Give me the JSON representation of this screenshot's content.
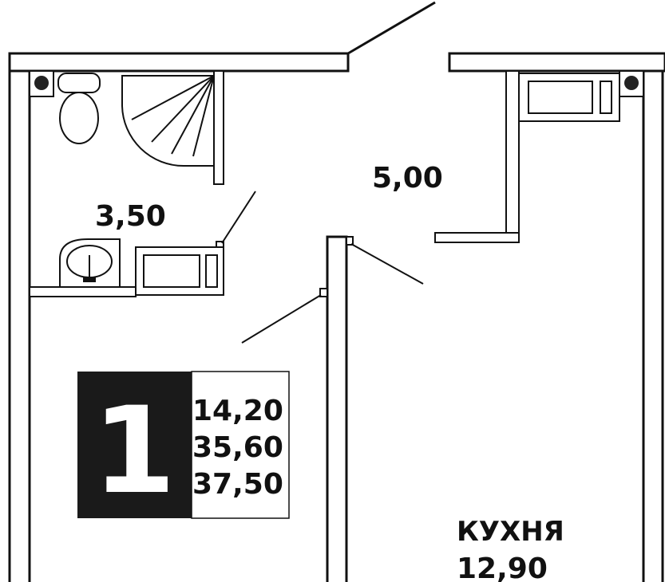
{
  "rooms": {
    "bathroom_area": "3,50",
    "hall_area": "5,00",
    "kitchen_name": "КУХНЯ",
    "kitchen_area": "12,90"
  },
  "apartment": {
    "rooms_count": "1",
    "living_area": "14,20",
    "total_area": "35,60",
    "total_area_with_balcony": "37,50"
  }
}
